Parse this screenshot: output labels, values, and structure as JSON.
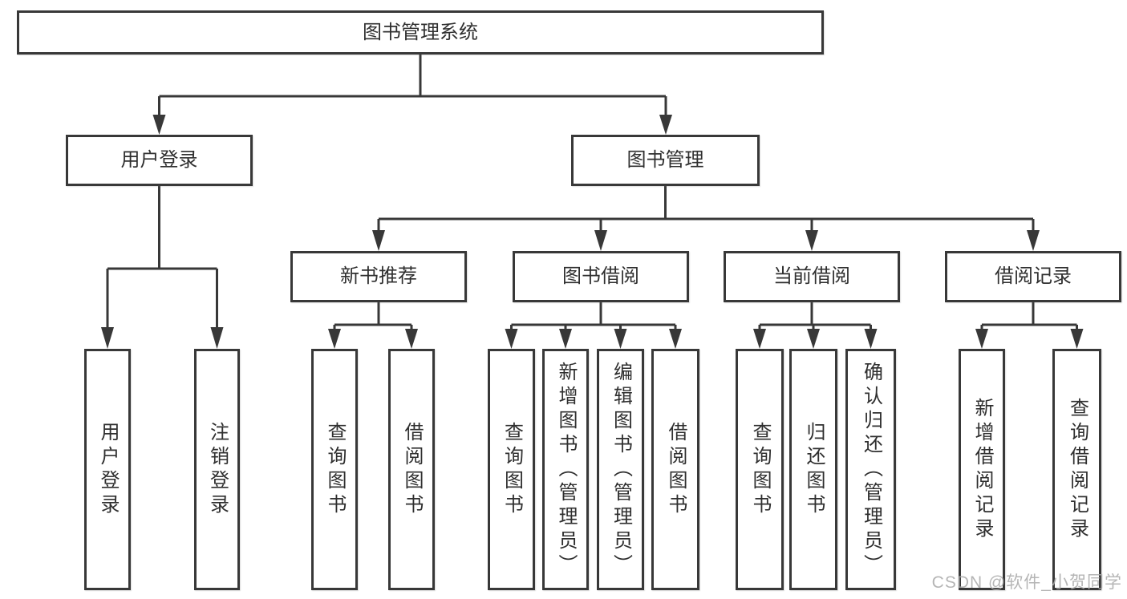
{
  "diagram": {
    "root": "图书管理系统",
    "branches": [
      {
        "label": "用户登录",
        "children": [
          "用户登录",
          "注销登录"
        ]
      },
      {
        "label": "图书管理",
        "sections": [
          {
            "label": "新书推荐",
            "children": [
              "查询图书",
              "借阅图书"
            ]
          },
          {
            "label": "图书借阅",
            "children": [
              "查询图书",
              "新增图书（管理员）",
              "编辑图书（管理员）",
              "借阅图书"
            ]
          },
          {
            "label": "当前借阅",
            "children": [
              "查询图书",
              "归还图书",
              "确认归还（管理员）"
            ]
          },
          {
            "label": "借阅记录",
            "children": [
              "新增借阅记录",
              "查询借阅记录"
            ]
          }
        ]
      }
    ]
  },
  "watermark": "CSDN @软件_小贺同学",
  "colors": {
    "line": "#383838",
    "box_background": "#ffffff",
    "text": "#2f2f2f",
    "watermark": "#a9a9a9"
  }
}
